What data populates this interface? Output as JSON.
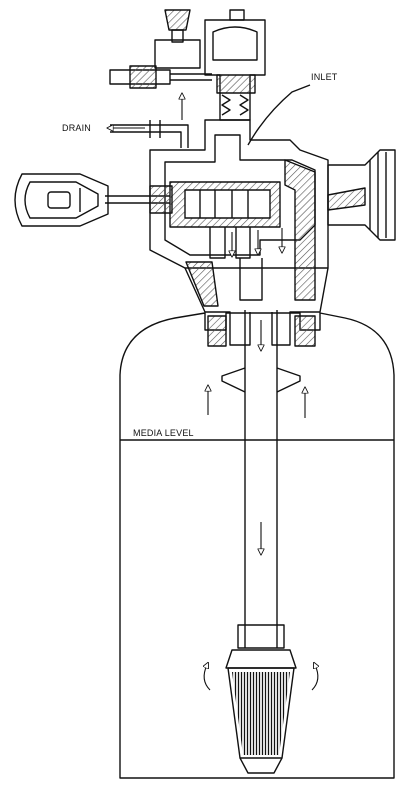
{
  "labels": {
    "inlet": "INLET",
    "drain": "DRAIN",
    "media_level": "MEDIA LEVEL"
  },
  "colors": {
    "line": "#111111",
    "hatch": "#555555",
    "background": "#ffffff"
  }
}
